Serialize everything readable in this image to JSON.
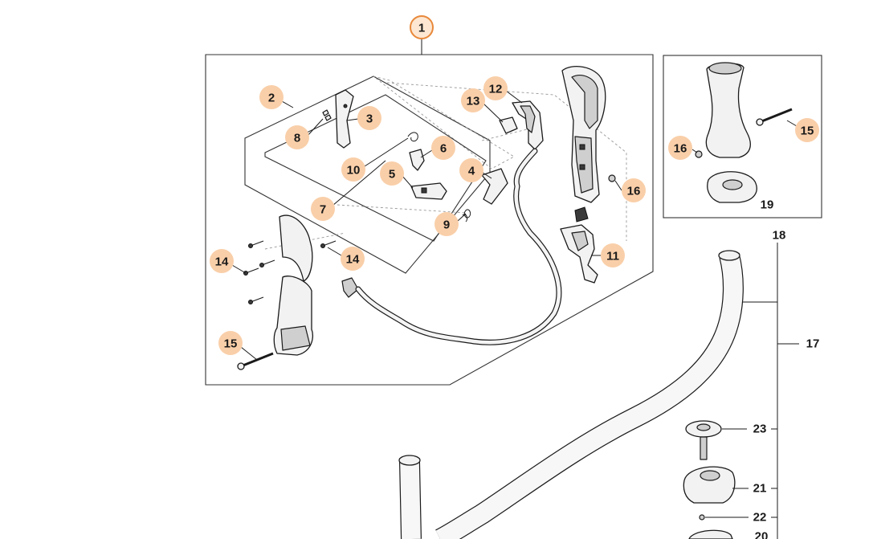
{
  "diagram": {
    "callouts": {
      "main_assembly": "1",
      "c2": "2",
      "c3": "3",
      "c4": "4",
      "c5": "5",
      "c6": "6",
      "c7": "7",
      "c8": "8",
      "c9": "9",
      "c10": "10",
      "c11": "11",
      "c12": "12",
      "c13": "13",
      "c14a": "14",
      "c14b": "14",
      "c15a": "15",
      "c15b": "15",
      "c16a": "16",
      "c16b": "16",
      "c17": "17",
      "c18": "18",
      "c19": "19",
      "c20": "20",
      "c21": "21",
      "c22": "22",
      "c23": "23"
    },
    "colors": {
      "callout_fill": "#f9cfa9",
      "main_callout_fill": "#fde7d2",
      "main_callout_ring": "#e8883a",
      "line": "#1a1a1a"
    }
  }
}
